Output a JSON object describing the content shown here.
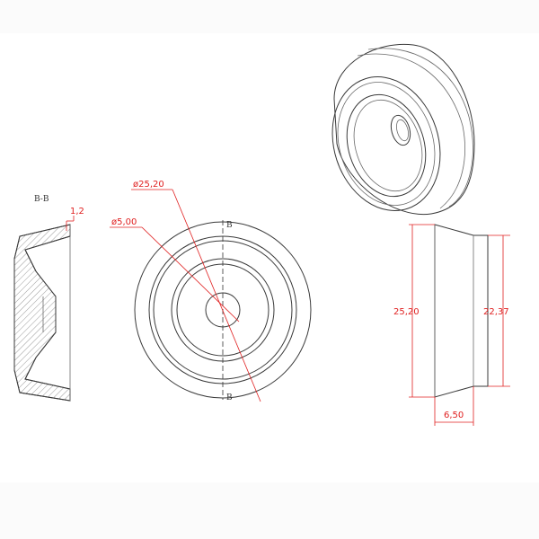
{
  "section_view": {
    "label": "B-B",
    "thickness_label": "1,2"
  },
  "front_view": {
    "outer_diameter_label": "ø25,20",
    "hole_diameter_label": "ø5,00",
    "cut_marker_top": "B",
    "cut_marker_bottom": "B"
  },
  "side_view": {
    "left_height_label": "25,20",
    "right_height_label": "22,37",
    "width_label": "6,50"
  },
  "colors": {
    "dimension": "#e02020",
    "outline": "#3a3a3a"
  }
}
